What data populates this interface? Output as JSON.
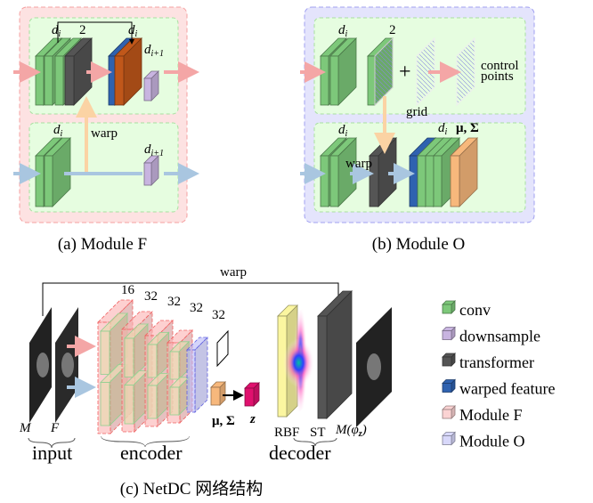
{
  "panel_a": {
    "caption": "(a) Module F",
    "d_i": "d",
    "sub_i": "i",
    "sub_i1": "i+1",
    "two": "2",
    "warp": "warp"
  },
  "panel_b": {
    "caption": "(b) Module O",
    "d_i": "d",
    "sub_i": "i",
    "two": "2",
    "plus": "+",
    "grid": "grid",
    "control": "control",
    "points": "points",
    "warp": "warp",
    "mu_sigma": "μ, Σ"
  },
  "panel_c": {
    "caption": "(c) NetDC 网络结构",
    "warp": "warp",
    "channels": [
      "16",
      "32",
      "32",
      "32",
      "32"
    ],
    "M": "M",
    "F": "F",
    "input": "input",
    "encoder": "encoder",
    "mu_sigma": "μ, Σ",
    "z": "z",
    "RBF": "RBF",
    "ST": "ST",
    "output": "M(φ",
    "output_sub": "z",
    "output_close": ")",
    "decoder": "decoder"
  },
  "legend": [
    {
      "label": "conv",
      "color": "#7dc87a"
    },
    {
      "label": "downsample",
      "color": "#c8b4e0"
    },
    {
      "label": "transformer",
      "color": "#555555"
    },
    {
      "label": "warped feature",
      "color": "#2f62b0"
    },
    {
      "label": "Module F",
      "color": "#fbd3d3"
    },
    {
      "label": "Module O",
      "color": "#d8d8fa"
    }
  ],
  "colors": {
    "conv": "#7dc87a",
    "downsample": "#c8b4e0",
    "transformer": "#555555",
    "warped": "#2f62b0",
    "orange": "#c0571a",
    "mu": "#f7b87c",
    "z": "#e0106e",
    "pink_arrow": "#f4a6a6",
    "blue_arrow": "#a9c6e0",
    "warp_arrow": "#fbd3a4"
  }
}
